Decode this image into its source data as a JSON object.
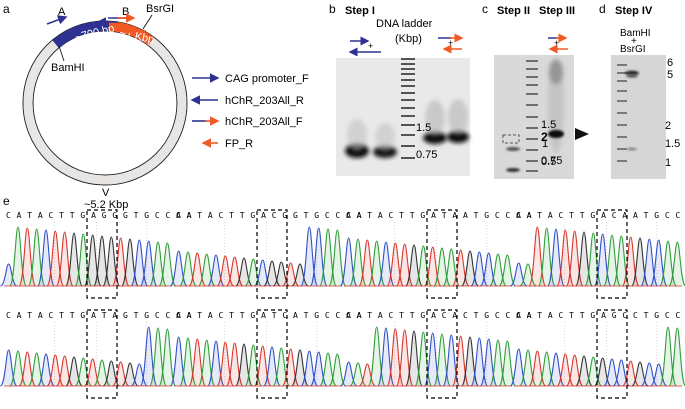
{
  "panel_labels": {
    "a": "a",
    "b": "b",
    "c": "c",
    "d": "d",
    "e": "e"
  },
  "plasmid": {
    "region_a_label": "A",
    "region_b_label": "B",
    "region_a_size": "~700 bp",
    "region_b_size": "~1 Kbp",
    "site_bsrgi": "BsrGI",
    "site_bamhi": "BamHI",
    "vector_label": "V",
    "vector_size": "~5.2 Kbp",
    "colors": {
      "region_a": "#2e3192",
      "region_b": "#f15a24",
      "backbone": "#e8e6e4"
    }
  },
  "primer_legend": [
    {
      "name": "CAG promoter_F",
      "color": "#2e3192"
    },
    {
      "name": "hChR_203All_R",
      "color": "#2e3192"
    },
    {
      "name": "hChR_203All_F",
      "color": "#2e3192"
    },
    {
      "name": "FP_R",
      "color": "#f15a24"
    }
  ],
  "step1": {
    "title": "Step I",
    "ladder_title": "DNA ladder",
    "ladder_unit": "(Kbp)",
    "plus": "+",
    "markers": [
      "1.5",
      "0.75"
    ]
  },
  "step2": {
    "title": "Step II"
  },
  "step3": {
    "title": "Step III",
    "plus": "+",
    "markers": [
      "2",
      "1.5",
      "1",
      "0.75",
      "0.5"
    ]
  },
  "step4": {
    "title": "Step IV",
    "enzyme_1": "BamHI",
    "enzyme_plus": "+",
    "enzyme_2": "BsrGI",
    "markers": [
      "6",
      "5",
      "2",
      "1.5",
      "1"
    ]
  },
  "sequences": [
    "C A T A C T T G A G G G T G C C A A",
    "C A T A C T T G A C G G T G C C A A",
    "C A T A C T T G A T A A T G C C A A",
    "C A T A C T T G A C A A T G C C A A",
    "C A T A C T T G A T A G T G C C A A",
    "C A T A C T T G A T C A T G C C A A",
    "C A T A C T T G A C A C T G C C A A",
    "C A T A C T T G A G C C T G C C A A"
  ]
}
